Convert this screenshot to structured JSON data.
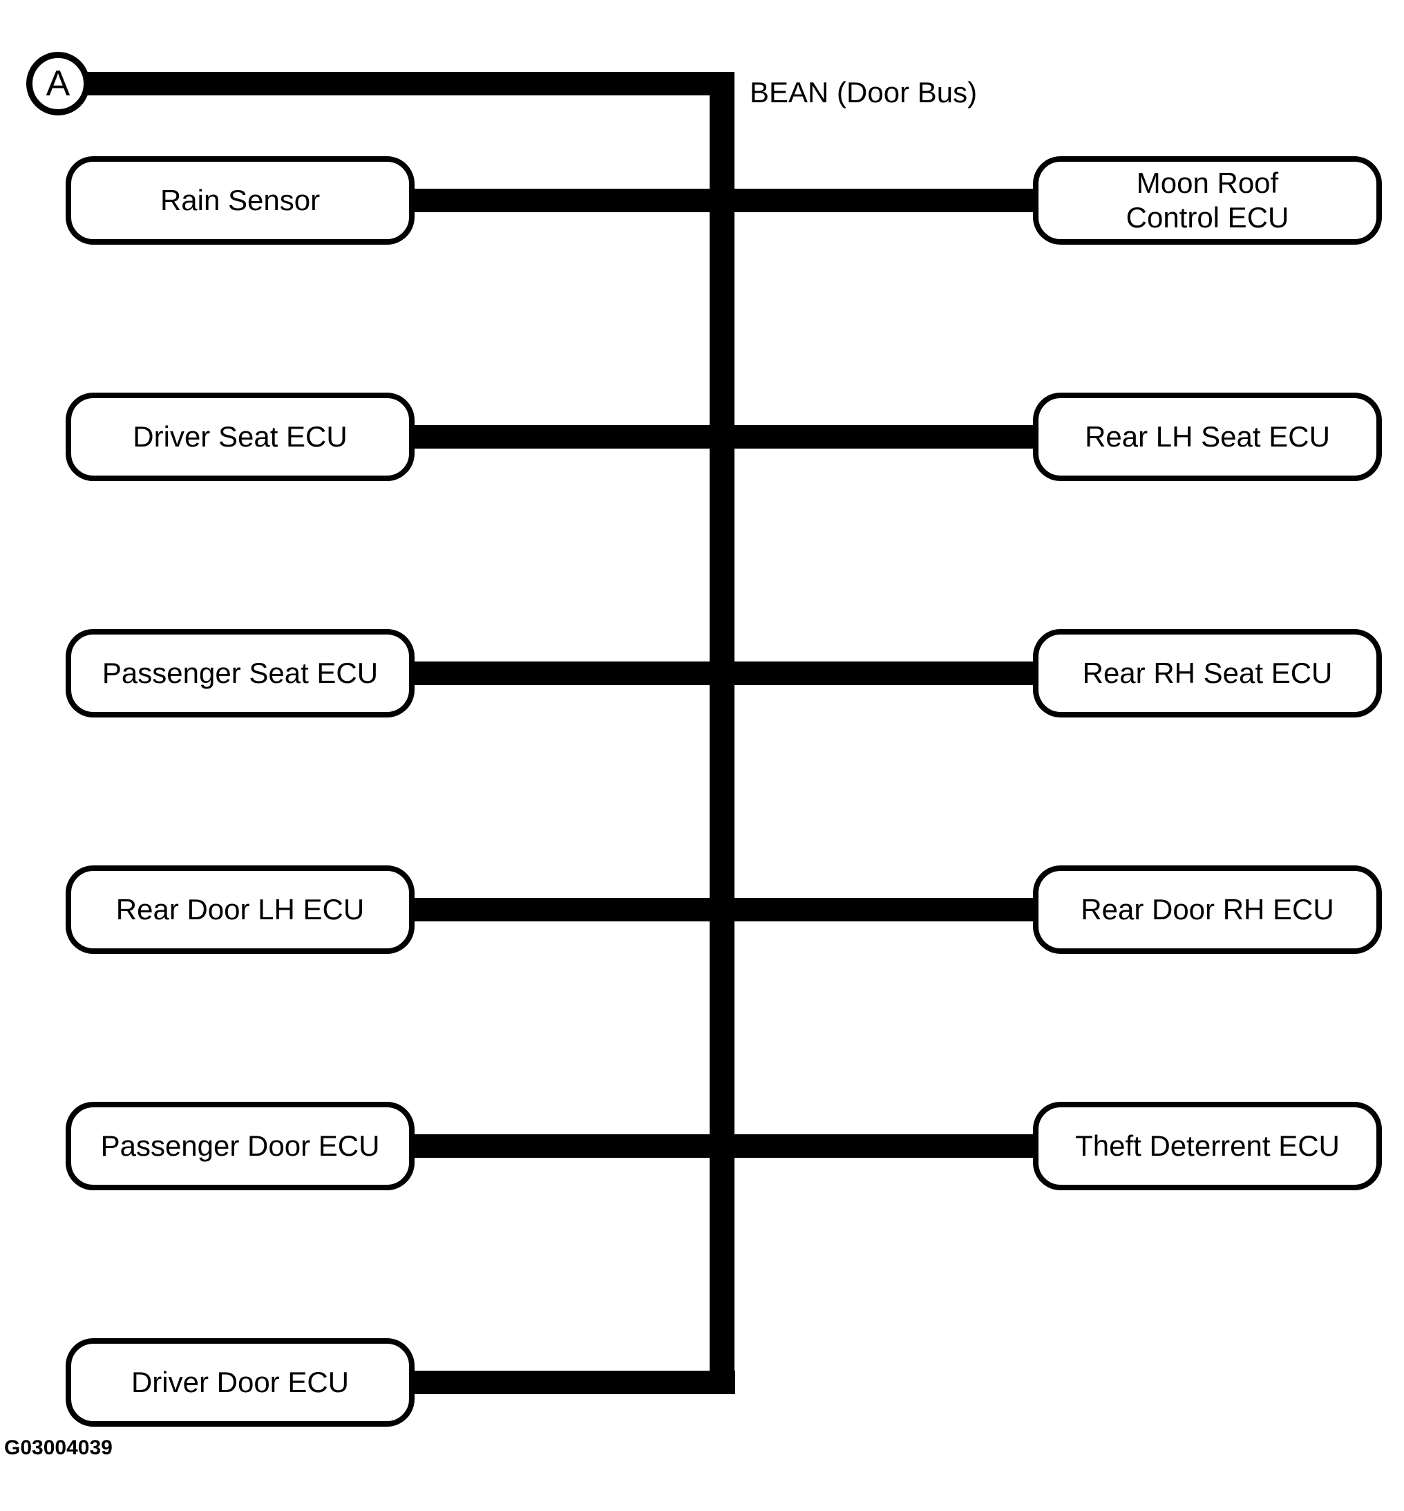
{
  "diagram": {
    "bus_label": "BEAN (Door Bus)",
    "connector_ref": "A",
    "figure_id": "G03004039",
    "colors": {
      "line": "#000000",
      "background": "#ffffff"
    },
    "nodes": {
      "left": [
        {
          "label": "Rain Sensor"
        },
        {
          "label": "Driver Seat ECU"
        },
        {
          "label": "Passenger Seat ECU"
        },
        {
          "label": "Rear Door LH ECU"
        },
        {
          "label": "Passenger Door ECU"
        },
        {
          "label": "Driver Door ECU"
        }
      ],
      "right": [
        {
          "label": "Moon Roof\nControl ECU"
        },
        {
          "label": "Rear LH Seat ECU"
        },
        {
          "label": "Rear RH Seat ECU"
        },
        {
          "label": "Rear Door RH ECU"
        },
        {
          "label": "Theft Deterrent ECU"
        }
      ]
    }
  }
}
